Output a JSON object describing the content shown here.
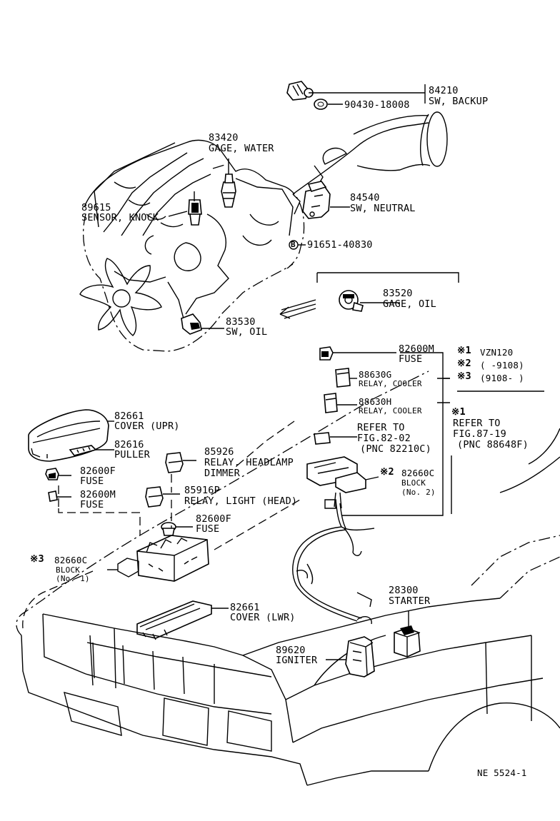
{
  "figure_code": "NE 5524-1",
  "parts": [
    {
      "number": "84210",
      "name": "SW, BACKUP"
    },
    {
      "number": "90430-18008",
      "name": ""
    },
    {
      "number": "83420",
      "name": "GAGE, WATER"
    },
    {
      "number": "89615",
      "name": "SENSOR, KNOCK"
    },
    {
      "number": "84540",
      "name": "SW, NEUTRAL"
    },
    {
      "number": "91651-40830",
      "name": ""
    },
    {
      "number": "83520",
      "name": "GAGE, OIL"
    },
    {
      "number": "83530",
      "name": "SW, OIL"
    },
    {
      "number": "82600M",
      "name": "FUSE"
    },
    {
      "number": "88630G",
      "name": "RELAY, COOLER"
    },
    {
      "number": "88630H",
      "name": "RELAY, COOLER"
    },
    {
      "number": "82661",
      "name": "COVER (UPR)"
    },
    {
      "number": "82616",
      "name": "PULLER"
    },
    {
      "number": "82600F",
      "name": "FUSE"
    },
    {
      "number": "82600M",
      "name": "FUSE"
    },
    {
      "number": "85926",
      "name": "RELAY, HEADLAMP",
      "name2": "DIMMER"
    },
    {
      "number": "85916P",
      "name": "RELAY, LIGHT (HEAD)"
    },
    {
      "number": "82600F",
      "name": "FUSE"
    },
    {
      "number": "82660C",
      "name": "BLOCK",
      "name2": "(No. 2)"
    },
    {
      "number": "82660C",
      "name": "BLOCK",
      "name2": "(No. 1)"
    },
    {
      "number": "82661",
      "name": "COVER (LWR)"
    },
    {
      "number": "28300",
      "name": "STARTER"
    },
    {
      "number": "89620",
      "name": "IGNITER"
    }
  ],
  "refer": {
    "line1": "REFER TO",
    "fig": "FIG.82-02",
    "pnc": "(PNC 82210C)"
  },
  "refer2": {
    "line1": "REFER TO",
    "fig": "FIG.87-19",
    "pnc": "(PNC 88648F)"
  },
  "notes": {
    "mark1": "※1",
    "mark2": "※2",
    "mark3": "※3",
    "n1": "VZN120",
    "n2": "(      -9108)",
    "n3": "(9108-      )",
    "bolt_symbol": "B"
  }
}
